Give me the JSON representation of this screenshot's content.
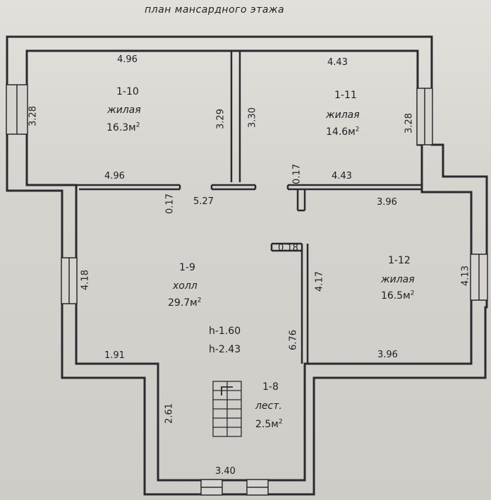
{
  "title": "план мансардного этажа",
  "rooms": [
    {
      "number": "1-10",
      "type": "жилая",
      "area": "16.3м",
      "sup": "2"
    },
    {
      "number": "1-11",
      "type": "жилая",
      "area": "14.6м",
      "sup": "2"
    },
    {
      "number": "1-9",
      "type": "холл",
      "area": "29.7м",
      "sup": "2"
    },
    {
      "number": "1-12",
      "type": "жилая",
      "area": "16.5м",
      "sup": "2"
    },
    {
      "number": "1-8",
      "type": "лест.",
      "area": "2.5м",
      "sup": "2"
    }
  ],
  "heights": [
    "h-1.60",
    "h-2.43"
  ],
  "dims": {
    "top_left": "4.96",
    "top_right": "4.43",
    "left_room_height": "3.28",
    "partition_left": "3.29",
    "partition_right": "3.30",
    "right_room_height": "3.28",
    "mid_left": "4.96",
    "mid_right": "4.43",
    "t_left": "0.17",
    "t_right": "0.17",
    "hall_top": "5.27",
    "right_top": "3.96",
    "wall_018": "0.18",
    "hall_left": "4.18",
    "r12_left": "4.17",
    "r12_right": "4.13",
    "hall_right": "6.76",
    "bottom_left": "1.91",
    "bottom_right": "3.96",
    "stair_height": "2.61",
    "bottom": "3.40"
  }
}
